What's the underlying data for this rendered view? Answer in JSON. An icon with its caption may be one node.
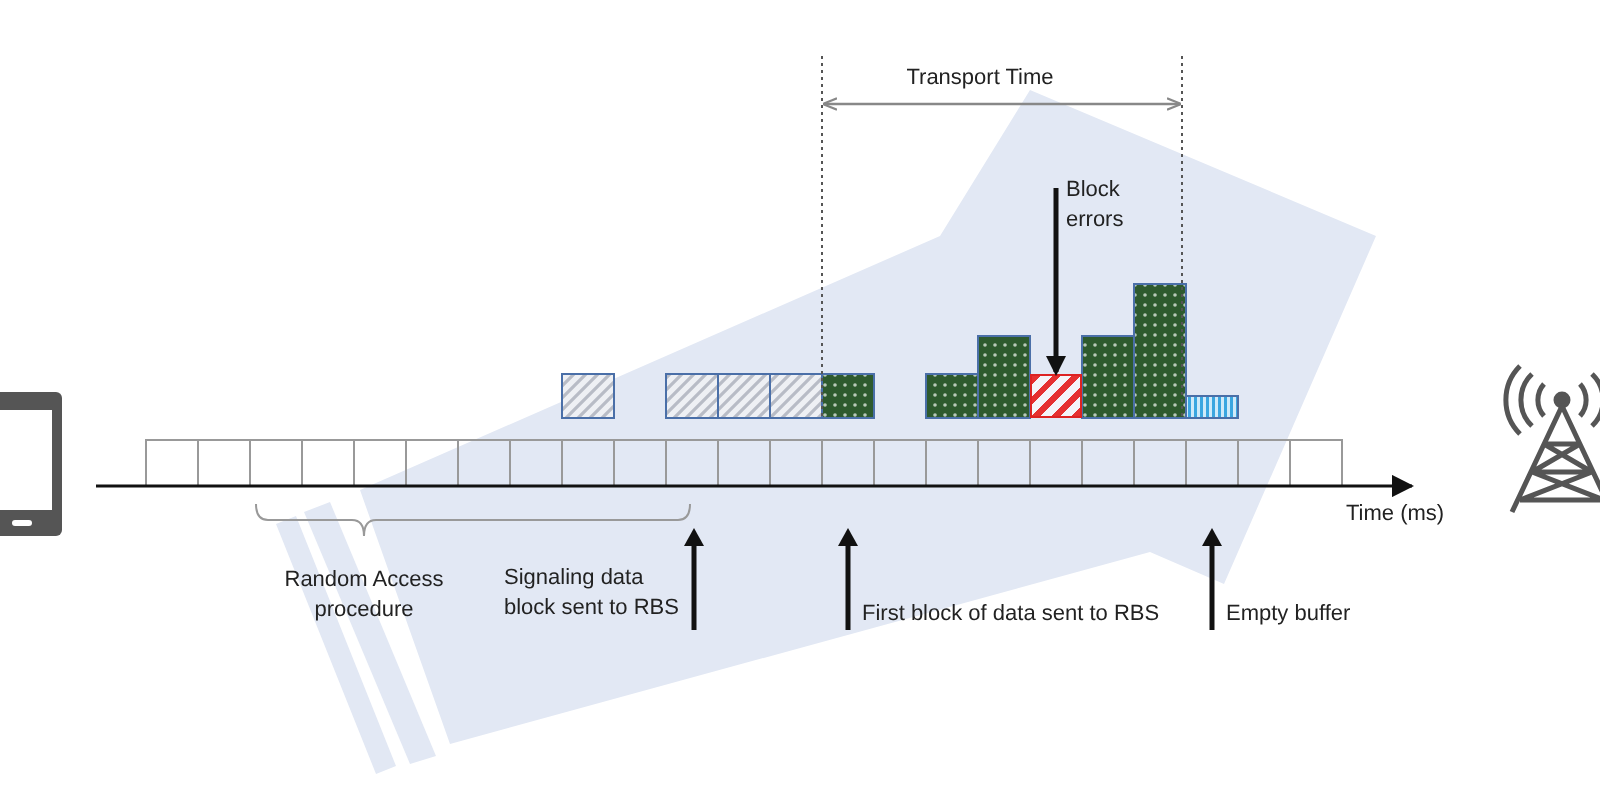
{
  "diagram": {
    "nodes": [
      {
        "text": [
          "Block errors"
        ]
      },
      {
        "text": [],
        "shape": "box"
      }
    ],
    "edges": [
      {
        "from": 0,
        "to": 1,
        "arrow": "to"
      }
    ],
    "labels": [
      "Transport Time",
      "Time (ms)",
      "Random Access procedure",
      "Signaling data block sent to RBS",
      "First block of data sent to RBS",
      "Empty buffer"
    ]
  }
}
